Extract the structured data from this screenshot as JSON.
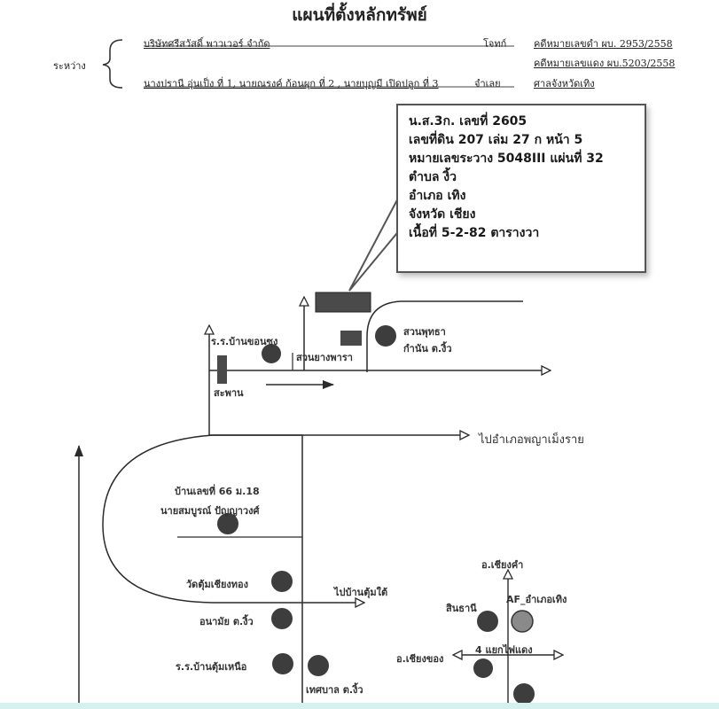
{
  "document": {
    "title": "แผนที่ตั้งหลักทรัพย์",
    "parties_label": "ระหว่าง",
    "plaintiff": "บริษัทศรีสวัสดิ์ พาวเวอร์ จำกัด",
    "plaintiff_role": "โจทก์",
    "defendants": "นางปรานี อุ่นเป็ง ที่ 1, นายณรงค์ ก้อนผุก ที่ 2 , นายบุญมี เปิดปลูก ที่ 3",
    "defendants_role": "จำเลย",
    "case_black": "คดีหมายเลขดำ ผบ. 2953/2558",
    "case_red": "คดีหมายเลขแดง ผบ.5203/2558",
    "court": "ศาลจังหวัดเทิง"
  },
  "callout": {
    "lines": [
      "น.ส.3ก.   เลขที่  2605",
      "เลขที่ดิน 207 เล่ม 27 ก  หน้า 5",
      "หมายเลขระวาง 5048III แผ่นที่ 32",
      "ตำบล งิ้ว",
      "อำเภอ เทิง",
      "จังหวัด เชียง",
      "เนื้อที่ 5-2-82 ตารางวา"
    ]
  },
  "map": {
    "labels": {
      "school_khon_sung": "ร.ร.บ้านขอนซุง",
      "bridge": "สะพาน",
      "rubber_garden": "สวนยางพารา",
      "jujube_garden": "สวนพุทธา",
      "kamnan": "กำนัน ต.งิ้ว",
      "to_phaya_meng_rai": "ไปอำเภอพญาเม็งราย",
      "house_66": "บ้านเลขที่ 66 ม.18",
      "owner_name": "นายสมบูรณ์ ปัญญาวงศ์",
      "wat_tum": "วัดตุ้มเชียงทอง",
      "to_ban_tum_tai": "ไปบ้านตุ้มใต้",
      "health_station": "อนามัย ต.งิ้ว",
      "school_tum_nuea": "ร.ร.บ้านตุ้มเหนือ",
      "municipality": "เทศบาล ต.งิ้ว",
      "chiang_kham": "อ.เชียงคำ",
      "sinthani": "สินธานี",
      "af_thoeng": "AF_อำเภอเทิง",
      "intersection": "4 แยกไฟแดง",
      "chiang_khong": "อ.เชียงของ"
    },
    "colors": {
      "line": "#2b2b2b",
      "marker": "#3d3d3d",
      "marker_light": "#8a8a8a"
    }
  }
}
